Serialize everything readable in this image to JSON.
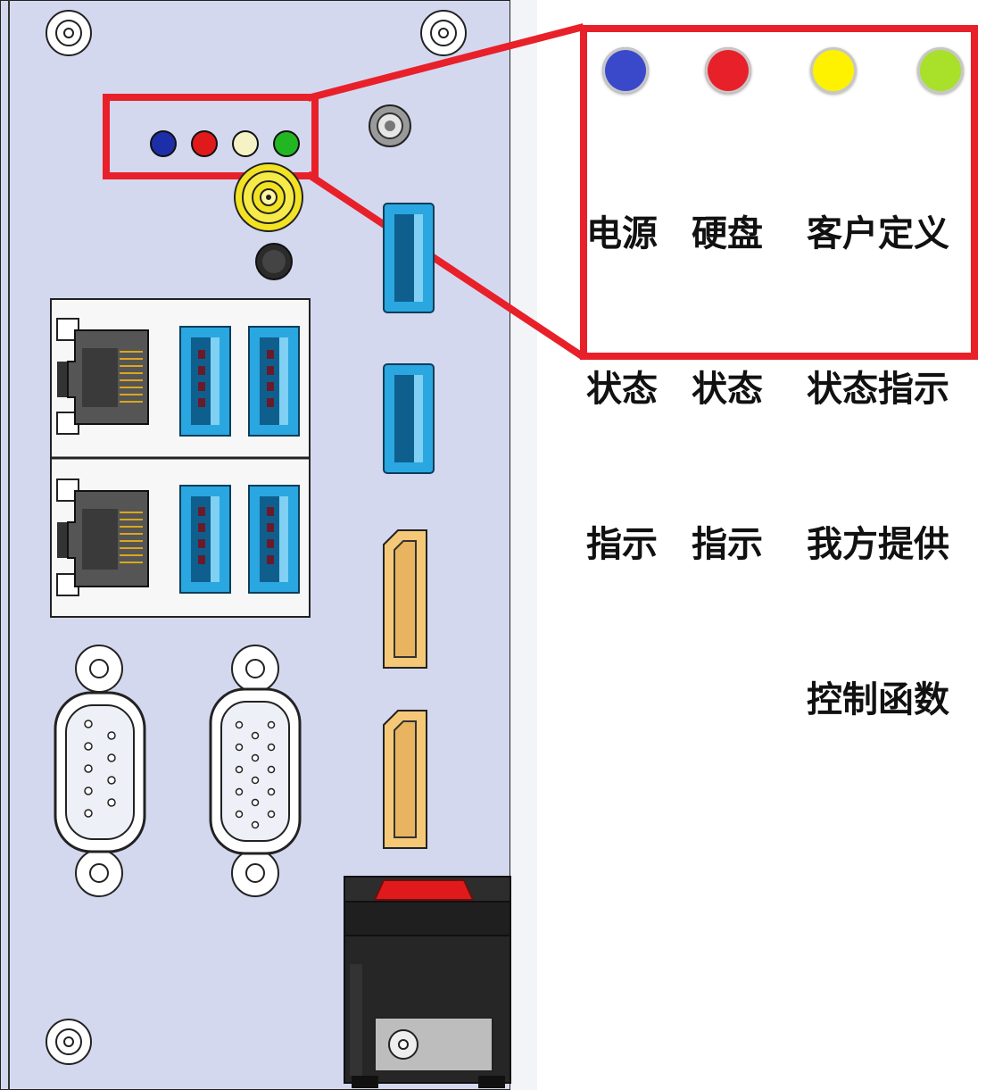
{
  "legend": {
    "items": [
      {
        "color": "#3a49c9",
        "lines": [
          "电源",
          "状态",
          "指示"
        ]
      },
      {
        "color": "#e8202a",
        "lines": [
          "硬盘",
          "状态",
          "指示"
        ]
      },
      {
        "color": "#fff200",
        "lines": [
          "客户定义",
          "状态指示",
          "我方提供",
          "控制函数"
        ]
      },
      {
        "color": "#a8e02a",
        "lines": []
      }
    ]
  },
  "colors": {
    "highlight": "#e8202a",
    "panel": "#d4d8ef",
    "usb": "#2aa7e0",
    "displayport": "#f5c878",
    "antenna": "#f2e224"
  }
}
